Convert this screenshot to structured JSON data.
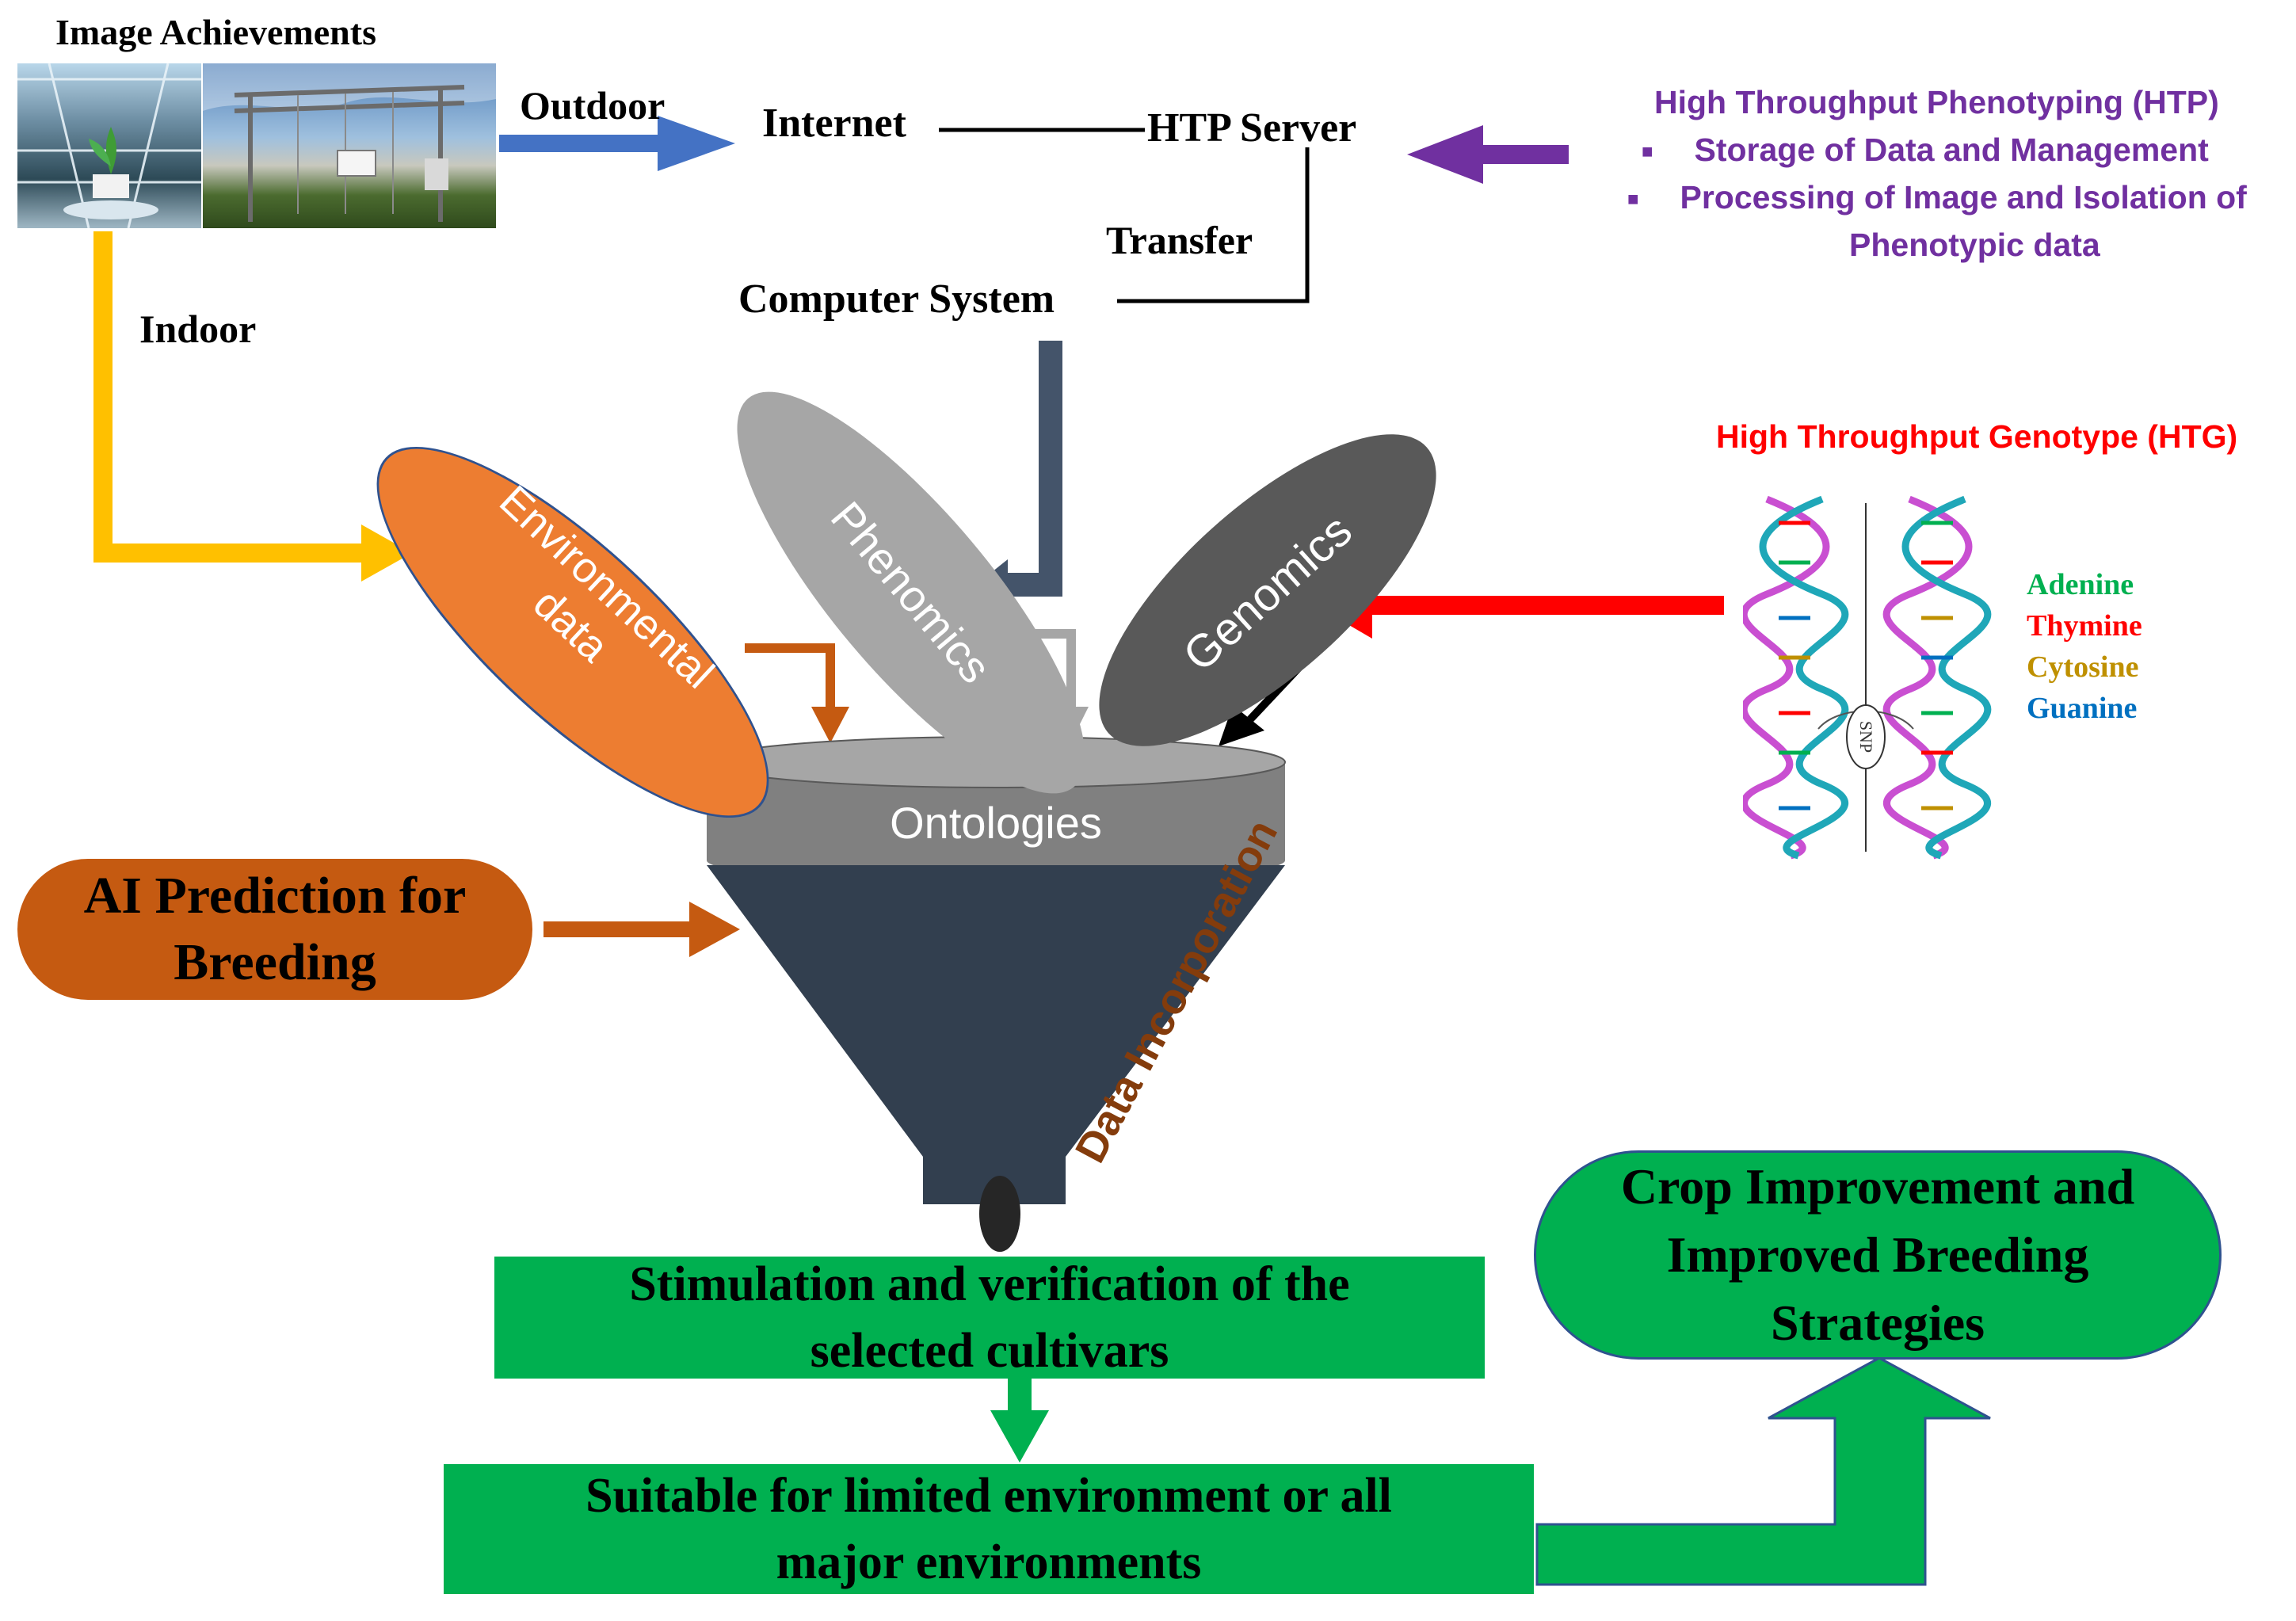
{
  "image": {
    "title": "Image Achievements"
  },
  "flow": {
    "outdoor": "Outdoor",
    "indoor": "Indoor",
    "internet": "Internet",
    "htp_server": "HTP Server",
    "transfer": "Transfer",
    "computer_system": "Computer System"
  },
  "htp": {
    "title": "High Throughput Phenotyping (HTP)",
    "bullets": [
      "Storage of Data and Management",
      "Processing of Image and Isolation of",
      "Phenotypic data"
    ]
  },
  "htg": {
    "title": "High Throughput Genotype (HTG)",
    "snp": "SNP",
    "bases": [
      "Adenine",
      "Thymine",
      "Cytosine",
      "Guanine"
    ]
  },
  "ellipses": {
    "environmental_line1": "Environmental",
    "environmental_line2": "data",
    "phenomics": "Phenomics",
    "genomics": "Genomics"
  },
  "funnel": {
    "label": "Ontologies",
    "side_label": "Data Incorporation"
  },
  "ai": {
    "line1": "AI Prediction for",
    "line2": "Breeding"
  },
  "boxes": {
    "stimulation_line1": "Stimulation and verification of the",
    "stimulation_line2": "selected cultivars",
    "suitable_line1": "Suitable for limited environment or all",
    "suitable_line2": "major environments",
    "crop_line1": "Crop Improvement and",
    "crop_line2": "Improved Breeding",
    "crop_line3": "Strategies"
  },
  "colors": {
    "outdoor_arrow": "#4472c4",
    "indoor_arrow": "#ffc000",
    "htp_purple": "#7030a0",
    "htg_red": "#ff0000",
    "environmental_orange": "#ed7d31",
    "phenomics_gray": "#a6a6a6",
    "genomics_dark": "#595959",
    "funnel_top": "#808080",
    "funnel_body": "#323f4f",
    "ai_brown": "#c55a11",
    "box_green": "#00b050",
    "adenine": "#00b050",
    "thymine": "#ff0000",
    "cytosine": "#bf9000",
    "guanine": "#0070c0"
  }
}
